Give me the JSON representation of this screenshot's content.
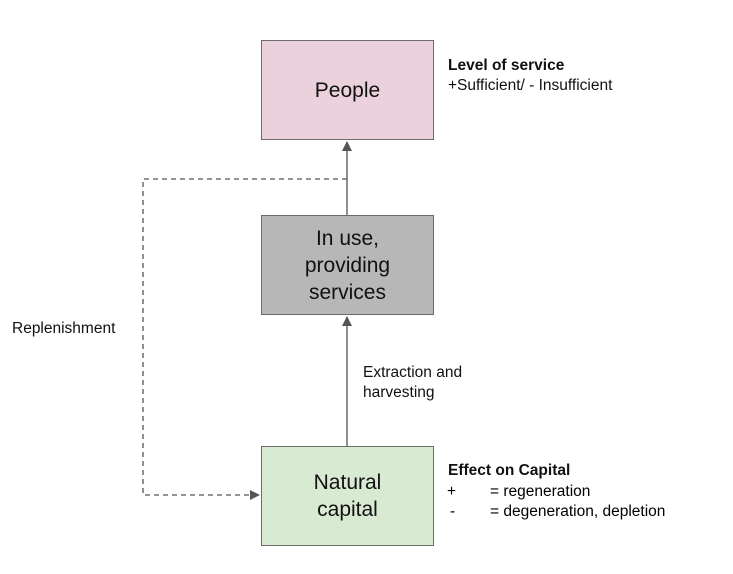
{
  "nodes": {
    "people": "People",
    "in_use": "In use,\nproviding\nservices",
    "natural_capital": "Natural\ncapital"
  },
  "edges": {
    "extraction_label": "Extraction and\nharvesting",
    "replenishment_label": "Replenishment"
  },
  "level_of_service": {
    "title": "Level of service",
    "description": "+Sufficient/ - Insufficient"
  },
  "effect_on_capital": {
    "title": "Effect on Capital",
    "legend": [
      {
        "symbol": "+",
        "meaning": "= regeneration"
      },
      {
        "symbol": "-",
        "meaning": "= degeneration, depletion"
      }
    ]
  },
  "colors": {
    "people_fill": "#ead1dc",
    "in_use_fill": "#b7b7b7",
    "natural_capital_fill": "#d9ead3",
    "connector": "#555555"
  }
}
